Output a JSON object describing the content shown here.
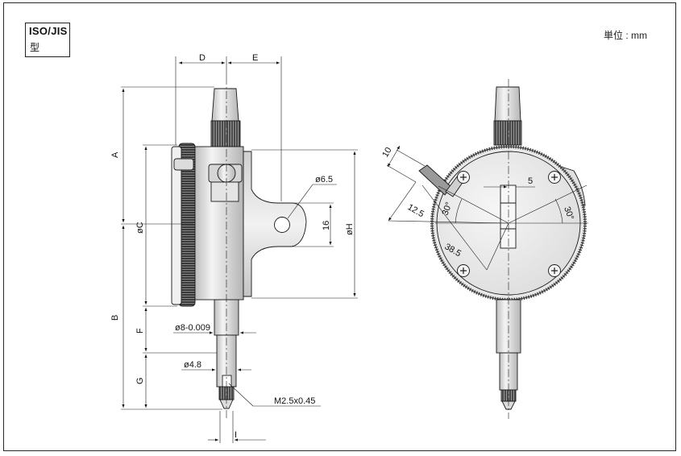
{
  "standard_box": {
    "line1": "ISO/JIS",
    "line2": "型"
  },
  "unit_label": "単位 : mm",
  "dimension_labels": {
    "A": "A",
    "B": "B",
    "C": "øC",
    "D": "D",
    "E": "E",
    "F": "F",
    "G": "G",
    "H": "øH",
    "I": "I",
    "stem_dia": "ø8-0.009",
    "spindle_dia": "ø4.8",
    "hole_dia": "ø6.5",
    "lug_height": "16",
    "thread": "M2.5x0.45"
  },
  "front_view_labels": {
    "cap_width": "10",
    "offset_right": "5",
    "radius_small": "12.5",
    "radius_large": "38.5",
    "angle_left": "30°",
    "angle_right": "30°"
  },
  "colors": {
    "line": "#1a1a1a",
    "body_fill": "#e6e6e6",
    "shade": "#c8c8c8",
    "dark": "#2b2b2b"
  }
}
